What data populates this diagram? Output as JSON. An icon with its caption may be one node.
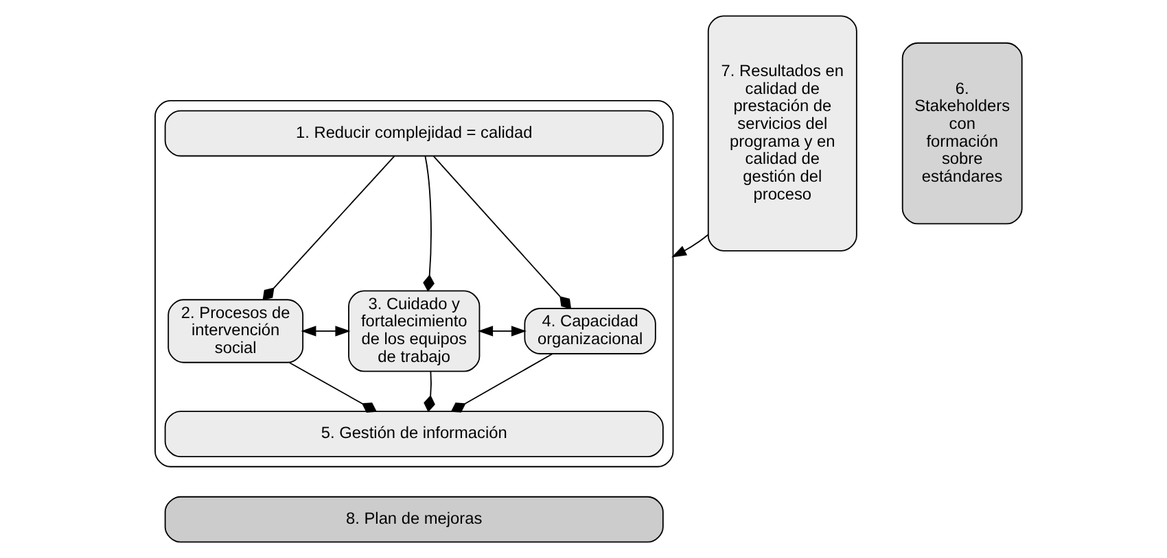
{
  "diagram": {
    "nodes": [
      {
        "text": [],
        "shape": "box"
      },
      {
        "text": [
          "1. Reducir complejidad = calidad"
        ],
        "in": 0
      },
      {
        "text": [
          "2. Procesos de intervención social"
        ],
        "in": 0
      },
      {
        "text": [
          "3. Cuidado y fortalecimiento de los equipos de trabajo"
        ],
        "in": 0
      },
      {
        "text": [
          "4. Capacidad organizacional"
        ],
        "in": 0
      },
      {
        "text": [
          "5. Gestión de información"
        ],
        "in": 0
      },
      {
        "text": [
          "6. Stakeholders con formación sobre estándares"
        ]
      },
      {
        "text": [
          "7. Resultados en calidad de prestación de servicios del programa y en calidad de gestión del proceso"
        ]
      },
      {
        "text": [
          "8. Plan de mejoras"
        ]
      }
    ],
    "edges": [
      {
        "from": 1,
        "to": 2,
        "arrow": "other"
      },
      {
        "from": 1,
        "to": 3,
        "arrow": "other"
      },
      {
        "from": 1,
        "to": 4,
        "arrow": "other"
      },
      {
        "from": 2,
        "to": 3,
        "arrow": "both"
      },
      {
        "from": 3,
        "to": 4,
        "arrow": "both"
      },
      {
        "from": 2,
        "to": 5,
        "arrow": "other"
      },
      {
        "from": 3,
        "to": 5,
        "arrow": "other"
      },
      {
        "from": 4,
        "to": 5,
        "arrow": "other"
      },
      {
        "from": 7,
        "to": 0,
        "arrow": "to"
      }
    ]
  }
}
